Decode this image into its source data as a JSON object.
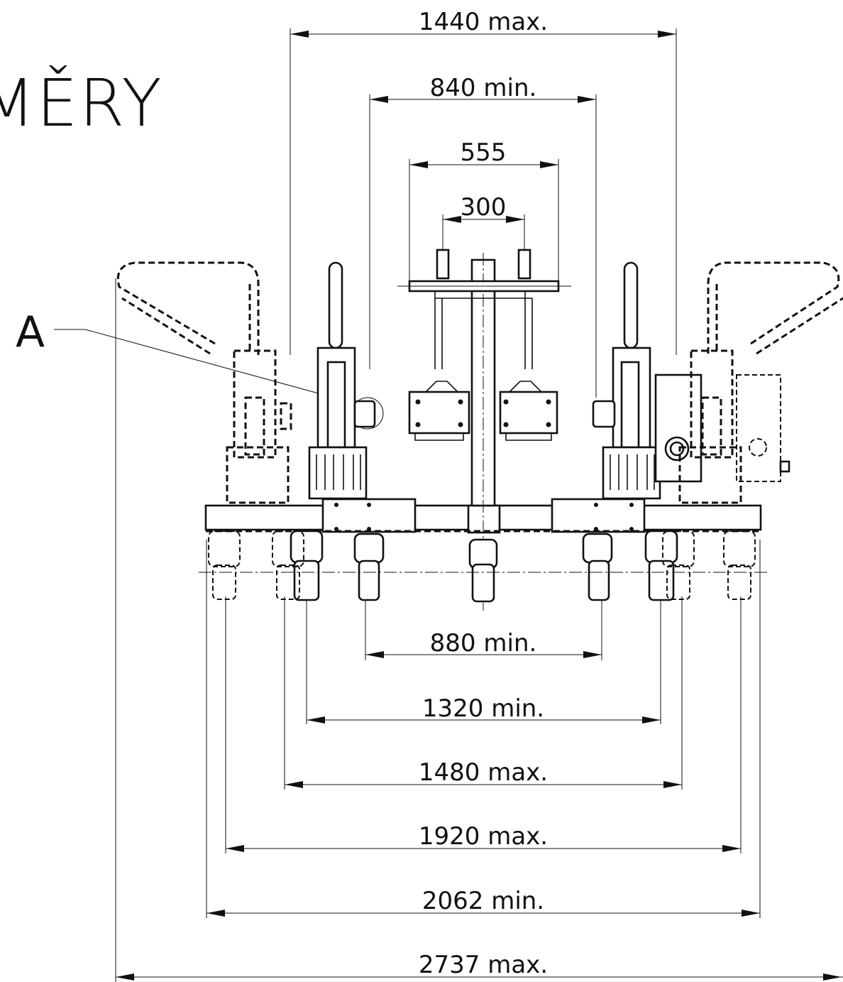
{
  "title": "MĚRY",
  "detail_label": "A",
  "dimensions": [
    {
      "id": "d1440",
      "text": "1440 max."
    },
    {
      "id": "d840",
      "text": "840 min."
    },
    {
      "id": "d555",
      "text": "555"
    },
    {
      "id": "d300",
      "text": "300"
    },
    {
      "id": "d880",
      "text": "880 min."
    },
    {
      "id": "d1320",
      "text": "1320 min."
    },
    {
      "id": "d1480",
      "text": "1480 max."
    },
    {
      "id": "d1920",
      "text": "1920 max."
    },
    {
      "id": "d2062",
      "text": "2062 min."
    },
    {
      "id": "d2737",
      "text": "2737 max."
    }
  ]
}
